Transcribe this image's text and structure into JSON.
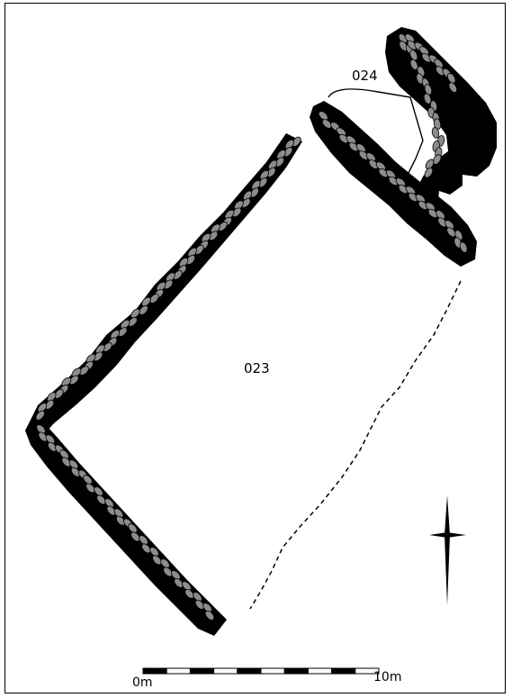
{
  "labels": {
    "structure_023": "023",
    "structure_024": "024"
  },
  "scale_bar": {
    "start_label": "0m",
    "end_label": "10m",
    "segments": 10
  },
  "colors": {
    "wall_fill": "#000000",
    "stone_fill": "#8c8c8c",
    "stone_stroke": "#000000",
    "line": "#000000",
    "background": "#ffffff"
  },
  "legend": {
    "north_arrow": "north-arrow-icon"
  }
}
